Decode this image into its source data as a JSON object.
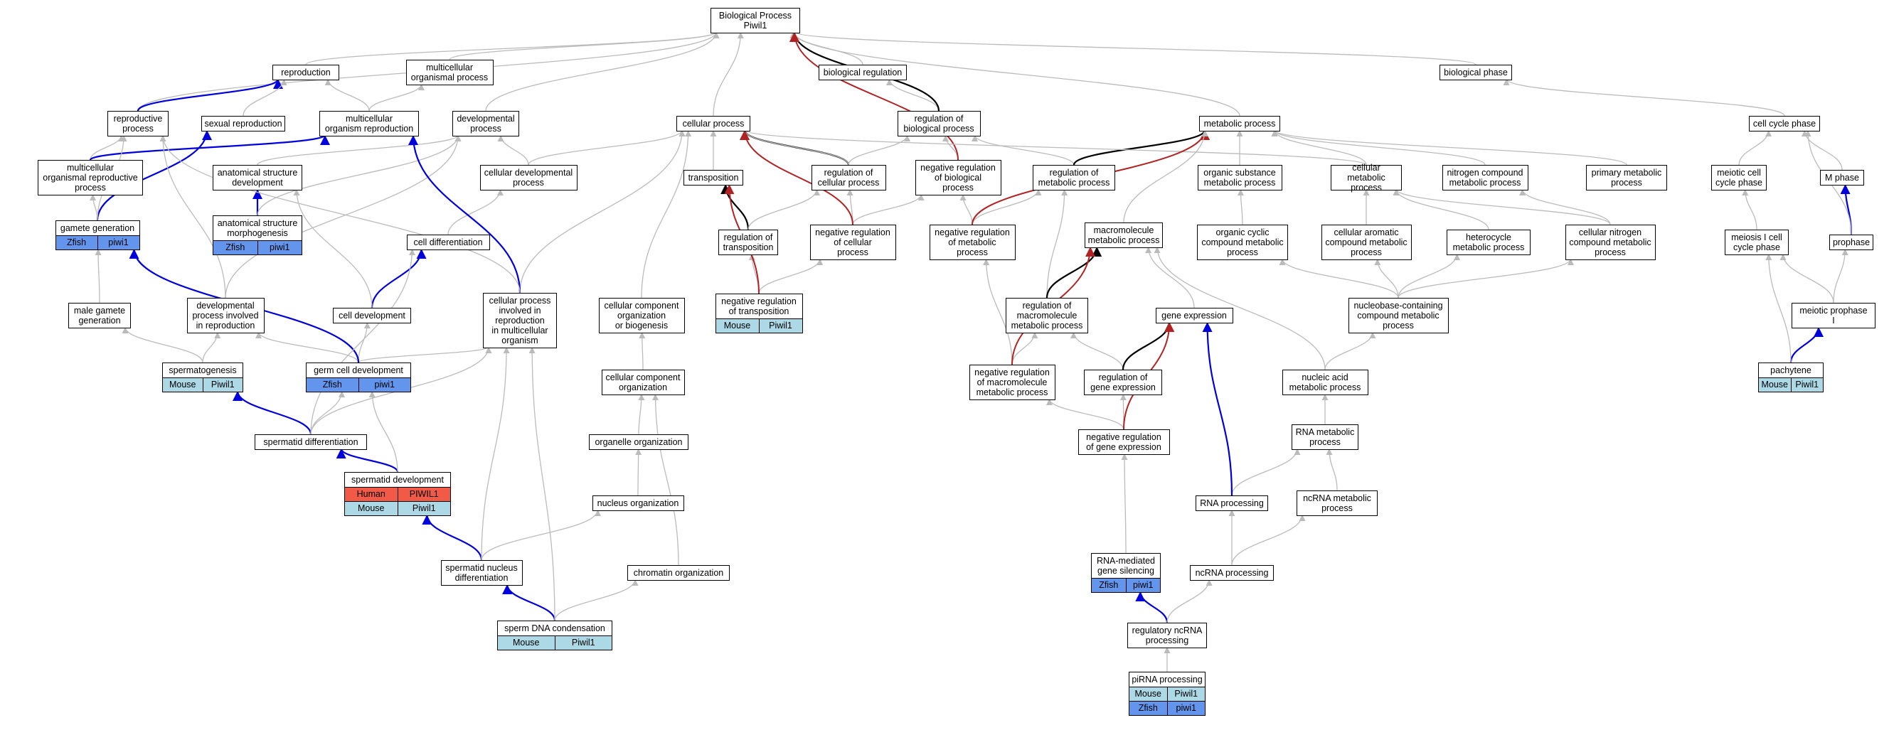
{
  "colors": {
    "Mouse": "#add8e6",
    "Zfish": "#6495ed",
    "Human": "#f05a46",
    "edge_isa": "#bbbbbb",
    "edge_reg": "#000000",
    "edge_neg": "#b22222",
    "edge_annot": "#0000dd"
  },
  "nodes": [
    {
      "id": "bp",
      "label": "Biological Process\nPiwil1"
    },
    {
      "id": "repro",
      "label": "reproduction"
    },
    {
      "id": "mop",
      "label": "multicellular\norganismal process"
    },
    {
      "id": "bioreg",
      "label": "biological regulation"
    },
    {
      "id": "bphase",
      "label": "biological phase"
    },
    {
      "id": "rproc",
      "label": "reproductive\nprocess"
    },
    {
      "id": "sexrep",
      "label": "sexual reproduction"
    },
    {
      "id": "morgrep",
      "label": "multicellular\norganism reproduction"
    },
    {
      "id": "devproc",
      "label": "developmental\nprocess"
    },
    {
      "id": "cellproc",
      "label": "cellular process"
    },
    {
      "id": "regbp",
      "label": "regulation of\nbiological process"
    },
    {
      "id": "metab",
      "label": "metabolic process"
    },
    {
      "id": "ccphase",
      "label": "cell cycle phase"
    },
    {
      "id": "mcorp",
      "label": "multicellular\norganismal reproductive\nprocess"
    },
    {
      "id": "asdev",
      "label": "anatomical structure\ndevelopment"
    },
    {
      "id": "celldev",
      "label": "cellular developmental\nprocess"
    },
    {
      "id": "transp",
      "label": "transposition"
    },
    {
      "id": "regcp",
      "label": "regulation of\ncellular process"
    },
    {
      "id": "negregbp",
      "label": "negative regulation\nof biological\nprocess"
    },
    {
      "id": "regmetab",
      "label": "regulation of\nmetabolic process"
    },
    {
      "id": "orgsub",
      "label": "organic substance\nmetabolic process"
    },
    {
      "id": "cellmet",
      "label": "cellular metabolic\nprocess"
    },
    {
      "id": "nitro",
      "label": "nitrogen compound\nmetabolic process"
    },
    {
      "id": "primmet",
      "label": "primary metabolic\nprocess"
    },
    {
      "id": "meiocc",
      "label": "meiotic cell\ncycle phase"
    },
    {
      "id": "mphase",
      "label": "M phase"
    },
    {
      "id": "gamgen",
      "label": "gamete generation",
      "annot": [
        [
          "Zfish",
          "piwi1"
        ]
      ]
    },
    {
      "id": "asmorph",
      "label": "anatomical structure\nmorphogenesis",
      "annot": [
        [
          "Zfish",
          "piwi1"
        ]
      ]
    },
    {
      "id": "celldiff",
      "label": "cell differentiation"
    },
    {
      "id": "regtransp",
      "label": "regulation of\ntransposition"
    },
    {
      "id": "negregcp",
      "label": "negative regulation\nof cellular\nprocess"
    },
    {
      "id": "negregmet",
      "label": "negative regulation\nof metabolic\nprocess"
    },
    {
      "id": "macro",
      "label": "macromolecule\nmetabolic process"
    },
    {
      "id": "orgcyc",
      "label": "organic cyclic\ncompound metabolic\nprocess"
    },
    {
      "id": "cellarom",
      "label": "cellular aromatic\ncompound metabolic\nprocess"
    },
    {
      "id": "hetero",
      "label": "heterocycle\nmetabolic process"
    },
    {
      "id": "cellnitro",
      "label": "cellular nitrogen\ncompound metabolic\nprocess"
    },
    {
      "id": "meioIcc",
      "label": "meiosis I cell\ncycle phase"
    },
    {
      "id": "prophase",
      "label": "prophase"
    },
    {
      "id": "malegam",
      "label": "male gamete\ngeneration"
    },
    {
      "id": "devrepro",
      "label": "developmental\nprocess involved\nin reproduction"
    },
    {
      "id": "cdev",
      "label": "cell development"
    },
    {
      "id": "cpirepro",
      "label": "cellular process\ninvolved in\nreproduction\nin multicellular\norganism"
    },
    {
      "id": "ccob",
      "label": "cellular component\norganization\nor biogenesis"
    },
    {
      "id": "negregtransp",
      "label": "negative regulation\nof transposition",
      "annot": [
        [
          "Mouse",
          "Piwil1"
        ]
      ]
    },
    {
      "id": "regmacro",
      "label": "regulation of\nmacromolecule\nmetabolic process"
    },
    {
      "id": "geneexp",
      "label": "gene expression"
    },
    {
      "id": "nucbase",
      "label": "nucleobase-containing\ncompound metabolic\nprocess"
    },
    {
      "id": "meiprophI",
      "label": "meiotic prophase\nI"
    },
    {
      "id": "spermatog",
      "label": "spermatogenesis",
      "annot": [
        [
          "Mouse",
          "Piwil1"
        ]
      ]
    },
    {
      "id": "germdev",
      "label": "germ cell development",
      "annot": [
        [
          "Zfish",
          "piwi1"
        ]
      ]
    },
    {
      "id": "cco",
      "label": "cellular component\norganization"
    },
    {
      "id": "negregmacro",
      "label": "negative regulation\nof macromolecule\nmetabolic process"
    },
    {
      "id": "reggeneexp",
      "label": "regulation of\ngene expression"
    },
    {
      "id": "nucacid",
      "label": "nucleic acid\nmetabolic process"
    },
    {
      "id": "pachytene",
      "label": "pachytene",
      "annot": [
        [
          "Mouse",
          "Piwil1"
        ]
      ]
    },
    {
      "id": "spermdiff",
      "label": "spermatid differentiation"
    },
    {
      "id": "orgorg",
      "label": "organelle organization"
    },
    {
      "id": "negreggeneexp",
      "label": "negative regulation\nof gene expression"
    },
    {
      "id": "rnamet",
      "label": "RNA metabolic\nprocess"
    },
    {
      "id": "spermdev",
      "label": "spermatid development",
      "annot": [
        [
          "Human",
          "PIWIL1"
        ],
        [
          "Mouse",
          "Piwil1"
        ]
      ]
    },
    {
      "id": "nucorg",
      "label": "nucleus organization"
    },
    {
      "id": "rnaproc",
      "label": "RNA processing"
    },
    {
      "id": "ncrnamet",
      "label": "ncRNA metabolic\nprocess"
    },
    {
      "id": "spermnucdiff",
      "label": "spermatid nucleus\ndifferentiation"
    },
    {
      "id": "chromorg",
      "label": "chromatin organization"
    },
    {
      "id": "rnasil",
      "label": "RNA-mediated\ngene silencing",
      "annot": [
        [
          "Zfish",
          "piwi1"
        ]
      ]
    },
    {
      "id": "ncrnaproc",
      "label": "ncRNA processing"
    },
    {
      "id": "spermdna",
      "label": "sperm DNA condensation",
      "annot": [
        [
          "Mouse",
          "Piwil1"
        ]
      ]
    },
    {
      "id": "regncrna",
      "label": "regulatory ncRNA\nprocessing"
    },
    {
      "id": "pirna",
      "label": "piRNA processing",
      "annot": [
        [
          "Mouse",
          "Piwil1"
        ],
        [
          "Zfish",
          "piwi1"
        ]
      ]
    }
  ],
  "edges": [
    [
      "repro",
      "bp",
      "isa"
    ],
    [
      "mop",
      "bp",
      "isa"
    ],
    [
      "bioreg",
      "bp",
      "isa"
    ],
    [
      "bphase",
      "bp",
      "isa"
    ],
    [
      "rproc",
      "bp",
      "isa"
    ],
    [
      "rproc",
      "repro",
      "annot"
    ],
    [
      "sexrep",
      "repro",
      "isa"
    ],
    [
      "morgrep",
      "repro",
      "isa"
    ],
    [
      "morgrep",
      "mop",
      "isa"
    ],
    [
      "devproc",
      "bp",
      "isa"
    ],
    [
      "cellproc",
      "bp",
      "isa"
    ],
    [
      "regbp",
      "bioreg",
      "isa"
    ],
    [
      "regbp",
      "bp",
      "reg"
    ],
    [
      "metab",
      "bp",
      "isa"
    ],
    [
      "ccphase",
      "bphase",
      "isa"
    ],
    [
      "mcorp",
      "rproc",
      "isa"
    ],
    [
      "mcorp",
      "morgrep",
      "annot"
    ],
    [
      "asdev",
      "devproc",
      "isa"
    ],
    [
      "celldev",
      "cellproc",
      "isa"
    ],
    [
      "celldev",
      "devproc",
      "isa"
    ],
    [
      "transp",
      "cellproc",
      "isa"
    ],
    [
      "regcp",
      "cellproc",
      "reg"
    ],
    [
      "regcp",
      "regbp",
      "isa"
    ],
    [
      "regcp",
      "cellproc",
      "isa"
    ],
    [
      "negregbp",
      "regbp",
      "isa"
    ],
    [
      "negregbp",
      "bp",
      "neg"
    ],
    [
      "regmetab",
      "regbp",
      "isa"
    ],
    [
      "regmetab",
      "metab",
      "reg"
    ],
    [
      "orgsub",
      "metab",
      "isa"
    ],
    [
      "cellmet",
      "metab",
      "isa"
    ],
    [
      "cellmet",
      "cellproc",
      "isa"
    ],
    [
      "nitro",
      "metab",
      "isa"
    ],
    [
      "primmet",
      "metab",
      "isa"
    ],
    [
      "meiocc",
      "ccphase",
      "isa"
    ],
    [
      "mphase",
      "ccphase",
      "isa"
    ],
    [
      "gamgen",
      "mcorp",
      "isa"
    ],
    [
      "gamgen",
      "sexrep",
      "annot"
    ],
    [
      "gamgen",
      "rproc",
      "isa"
    ],
    [
      "asmorph",
      "asdev",
      "annot"
    ],
    [
      "asmorph",
      "devproc",
      "isa"
    ],
    [
      "celldiff",
      "celldev",
      "isa"
    ],
    [
      "regtransp",
      "transp",
      "reg"
    ],
    [
      "regtransp",
      "regcp",
      "isa"
    ],
    [
      "negregcp",
      "regcp",
      "isa"
    ],
    [
      "negregcp",
      "negregbp",
      "isa"
    ],
    [
      "negregcp",
      "cellproc",
      "neg"
    ],
    [
      "negregmet",
      "regmetab",
      "isa"
    ],
    [
      "negregmet",
      "negregbp",
      "isa"
    ],
    [
      "negregmet",
      "metab",
      "neg"
    ],
    [
      "macro",
      "metab",
      "isa"
    ],
    [
      "orgcyc",
      "orgsub",
      "isa"
    ],
    [
      "cellarom",
      "cellmet",
      "isa"
    ],
    [
      "hetero",
      "cellmet",
      "isa"
    ],
    [
      "cellnitro",
      "cellmet",
      "isa"
    ],
    [
      "cellnitro",
      "nitro",
      "isa"
    ],
    [
      "meioIcc",
      "meiocc",
      "isa"
    ],
    [
      "prophase",
      "mphase",
      "annot"
    ],
    [
      "prophase",
      "ccphase",
      "isa"
    ],
    [
      "malegam",
      "gamgen",
      "isa"
    ],
    [
      "devrepro",
      "rproc",
      "isa"
    ],
    [
      "devrepro",
      "devproc",
      "isa"
    ],
    [
      "cdev",
      "celldiff",
      "annot"
    ],
    [
      "cdev",
      "asdev",
      "isa"
    ],
    [
      "cpirepro",
      "cellproc",
      "isa"
    ],
    [
      "cpirepro",
      "morgrep",
      "annot"
    ],
    [
      "cpirepro",
      "rproc",
      "isa"
    ],
    [
      "ccob",
      "cellproc",
      "isa"
    ],
    [
      "negregtransp",
      "regtransp",
      "isa"
    ],
    [
      "negregtransp",
      "negregcp",
      "isa"
    ],
    [
      "negregtransp",
      "transp",
      "neg"
    ],
    [
      "regmacro",
      "regmetab",
      "isa"
    ],
    [
      "regmacro",
      "macro",
      "reg"
    ],
    [
      "geneexp",
      "macro",
      "isa"
    ],
    [
      "nucbase",
      "orgcyc",
      "isa"
    ],
    [
      "nucbase",
      "cellarom",
      "isa"
    ],
    [
      "nucbase",
      "hetero",
      "isa"
    ],
    [
      "nucbase",
      "cellnitro",
      "isa"
    ],
    [
      "meiprophI",
      "prophase",
      "isa"
    ],
    [
      "meiprophI",
      "meioIcc",
      "isa"
    ],
    [
      "spermatog",
      "malegam",
      "isa"
    ],
    [
      "spermatog",
      "devrepro",
      "isa"
    ],
    [
      "germdev",
      "cdev",
      "isa"
    ],
    [
      "germdev",
      "devrepro",
      "isa"
    ],
    [
      "germdev",
      "cpirepro",
      "isa"
    ],
    [
      "germdev",
      "gamgen",
      "annot"
    ],
    [
      "cco",
      "ccob",
      "isa"
    ],
    [
      "negregmacro",
      "regmacro",
      "isa"
    ],
    [
      "negregmacro",
      "negregmet",
      "isa"
    ],
    [
      "negregmacro",
      "macro",
      "neg"
    ],
    [
      "reggeneexp",
      "regmacro",
      "isa"
    ],
    [
      "reggeneexp",
      "geneexp",
      "reg"
    ],
    [
      "nucacid",
      "nucbase",
      "isa"
    ],
    [
      "nucacid",
      "macro",
      "isa"
    ],
    [
      "pachytene",
      "meiprophI",
      "annot"
    ],
    [
      "pachytene",
      "meioIcc",
      "isa"
    ],
    [
      "spermdiff",
      "spermatog",
      "annot"
    ],
    [
      "spermdiff",
      "germdev",
      "isa"
    ],
    [
      "spermdiff",
      "cpirepro",
      "isa"
    ],
    [
      "spermdiff",
      "celldiff",
      "isa"
    ],
    [
      "orgorg",
      "cco",
      "isa"
    ],
    [
      "negreggeneexp",
      "reggeneexp",
      "isa"
    ],
    [
      "negreggeneexp",
      "negregmacro",
      "isa"
    ],
    [
      "negreggeneexp",
      "geneexp",
      "neg"
    ],
    [
      "rnamet",
      "nucacid",
      "isa"
    ],
    [
      "spermdev",
      "spermdiff",
      "annot"
    ],
    [
      "spermdev",
      "germdev",
      "isa"
    ],
    [
      "nucorg",
      "orgorg",
      "isa"
    ],
    [
      "rnaproc",
      "rnamet",
      "isa"
    ],
    [
      "rnaproc",
      "geneexp",
      "annot"
    ],
    [
      "ncrnamet",
      "rnamet",
      "isa"
    ],
    [
      "spermnucdiff",
      "spermdev",
      "annot"
    ],
    [
      "spermnucdiff",
      "cpirepro",
      "isa"
    ],
    [
      "spermnucdiff",
      "nucorg",
      "isa"
    ],
    [
      "chromorg",
      "cco",
      "isa"
    ],
    [
      "rnasil",
      "negreggeneexp",
      "isa"
    ],
    [
      "ncrnaproc",
      "rnaproc",
      "isa"
    ],
    [
      "ncrnaproc",
      "ncrnamet",
      "isa"
    ],
    [
      "spermdna",
      "spermnucdiff",
      "annot"
    ],
    [
      "spermdna",
      "chromorg",
      "isa"
    ],
    [
      "spermdna",
      "cpirepro",
      "isa"
    ],
    [
      "regncrna",
      "rnasil",
      "annot"
    ],
    [
      "regncrna",
      "ncrnaproc",
      "isa"
    ],
    [
      "pirna",
      "regncrna",
      "isa"
    ]
  ]
}
